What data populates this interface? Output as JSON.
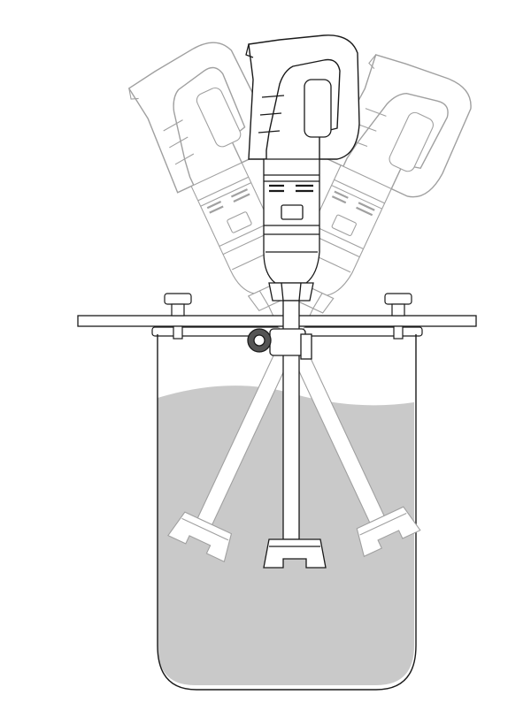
{
  "figure": {
    "colors": {
      "line": "#1a1a1a",
      "ghost_line": "#9a9a9a",
      "liquid": "#c9c9c9",
      "background": "#ffffff"
    },
    "blender_positions_deg": [
      -25,
      0,
      25
    ]
  }
}
